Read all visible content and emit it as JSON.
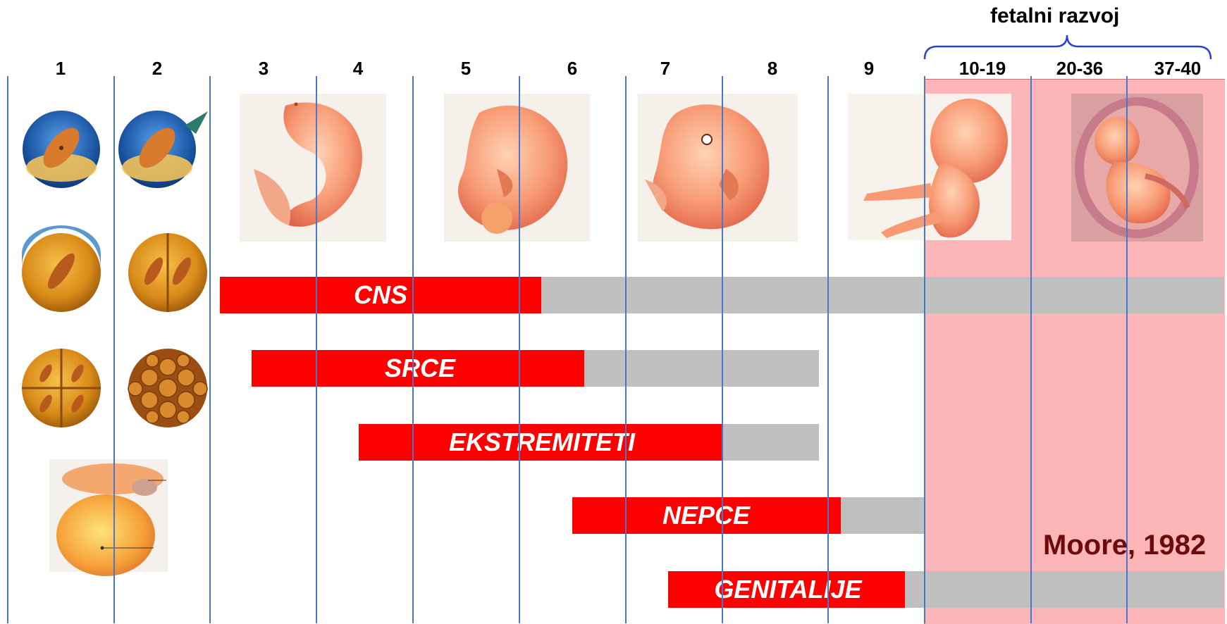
{
  "header": {
    "title": "fetalni razvoj"
  },
  "weeks": [
    "1",
    "2",
    "3",
    "4",
    "5",
    "6",
    "7",
    "8",
    "9",
    "10-19",
    "20-36",
    "37-40"
  ],
  "bars": [
    {
      "label": "CNS",
      "red_weeks": [
        3,
        5.5
      ],
      "grey_weeks": [
        5.5,
        40
      ]
    },
    {
      "label": "SRCE",
      "red_weeks": [
        3.3,
        6
      ],
      "grey_weeks": [
        6,
        9
      ]
    },
    {
      "label": "EKSTREMITETI",
      "red_weeks": [
        4,
        7.5
      ],
      "grey_weeks": [
        7.5,
        9
      ]
    },
    {
      "label": "NEPCE",
      "red_weeks": [
        6,
        8.5
      ],
      "grey_weeks": [
        8.5,
        10
      ]
    },
    {
      "label": "GENITALIJE",
      "red_weeks": [
        7,
        9.5
      ],
      "grey_weeks": [
        9.5,
        40
      ]
    }
  ],
  "credit": "Moore, 1982",
  "colors": {
    "critical": "#ff0000",
    "less_sensitive": "#bfbfbf",
    "fetal_zone": "#f75055",
    "divider": "#4a78c8",
    "credit": "#6b0b0b"
  },
  "illustrations": [
    "zygote",
    "two-cell-stage",
    "embryo-week-3",
    "embryo-week-5",
    "embryo-week-7",
    "fetus-week-9",
    "fetus-full-term",
    "four-cell-stage",
    "eight-cell-stage",
    "sixteen-cell-stage",
    "morula",
    "blastocyst"
  ]
}
